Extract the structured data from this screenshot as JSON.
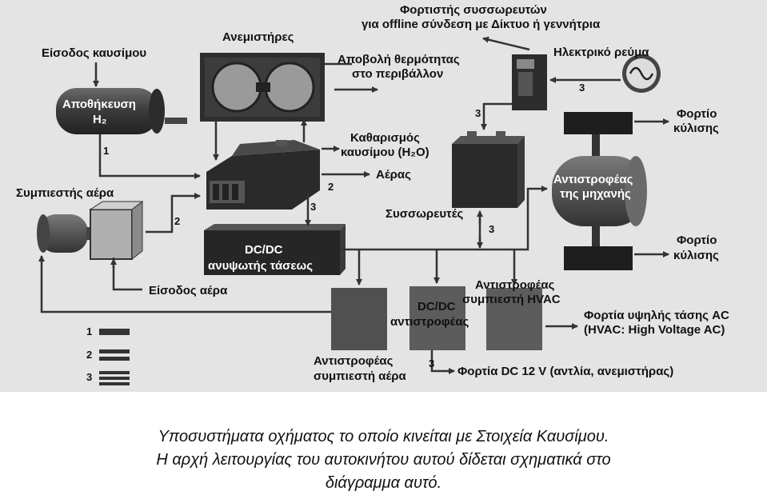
{
  "labels": {
    "charger_title": "Φορτιστής συσσωρευτών",
    "charger_sub": "για offline σύνδεση με Δίκτυο ή γεννήτρια",
    "fuel_input": "Είσοδος καυσίμου",
    "fans": "Ανεμιστήρες",
    "heat_rejection_1": "Αποβολή θερμότητας",
    "heat_rejection_2": "στο περιβάλλον",
    "grid_power": "Ηλεκτρικό ρεύμα",
    "h2_storage_1": "Αποθήκευση",
    "h2_storage_2": "H₂",
    "fuel_clean_1": "Καθαρισμός",
    "fuel_clean_2": "καυσίμου (H₂O)",
    "air": "Αέρας",
    "load_top_1": "Φορτίο",
    "load_top_2": "κύλισης",
    "air_compressor": "Συμπιεστής αέρα",
    "motor_inverter_1": "Αντιστροφέας",
    "motor_inverter_2": "της μηχανής",
    "battery": "Συσσωρευτές",
    "dcdc_boost_1": "DC/DC",
    "dcdc_boost_2": "ανυψωτής τάσεως",
    "air_input": "Είσοδος αέρα",
    "load_bottom_1": "Φορτίο",
    "load_bottom_2": "κύλισης",
    "hvac_inverter_1": "Αντιστροφέας",
    "hvac_inverter_2": "συμπιεστή HVAC",
    "dcdc_inverter_1": "DC/DC",
    "dcdc_inverter_2": "αντιστροφέας",
    "hv_ac_loads_1": "Φορτία υψηλής τάσης AC",
    "hv_ac_loads_2": "(HVAC: High Voltage AC)",
    "compressor_inverter_1": "Αντιστροφέας",
    "compressor_inverter_2": "συμπιεστή αέρα",
    "dc12_loads": "Φορτία DC 12 V (αντλία, ανεμιστήρας)"
  },
  "line_numbers": {
    "n1": "1",
    "n2a": "2",
    "n2b": "2",
    "n3a": "3",
    "n3b": "3",
    "n3c": "3",
    "n3d": "3",
    "n3e": "3"
  },
  "legend": [
    "1",
    "2",
    "3"
  ],
  "caption": [
    "Υποσυστήματα οχήματος το οποίο κινείται με Στοιχεία Καυσίμου.",
    "Η αρχή λειτουργίας του αυτοκινήτου αυτού δίδεται σχηματικά στο",
    "διάγραμμα αυτό."
  ],
  "colors": {
    "background": "#e4e4e4",
    "dark_box": "#2b2b2b",
    "mid_box": "#5a5a5a",
    "line": "#333333"
  }
}
